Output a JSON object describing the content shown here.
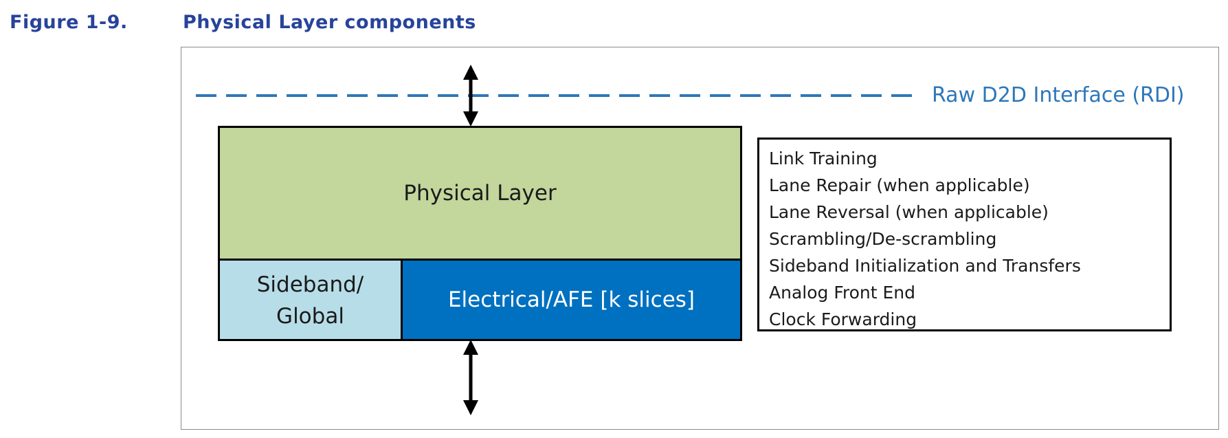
{
  "caption": {
    "number": "Figure 1-9.",
    "title": "Physical Layer components"
  },
  "interface": {
    "label": "Raw D2D Interface (RDI)"
  },
  "blocks": {
    "physical_layer": "Physical Layer",
    "sideband": "Sideband/\nGlobal",
    "electrical": "Electrical/AFE [k slices]"
  },
  "features": [
    "Link Training",
    "Lane Repair (when applicable)",
    "Lane Reversal (when applicable)",
    "Scrambling/De-scrambling",
    "Sideband Initialization and Transfers",
    "Analog Front End",
    "Clock Forwarding"
  ],
  "colors": {
    "caption": "#27439b",
    "interface_line": "#2e77b8",
    "physical_layer_fill": "#c3d69b",
    "sideband_fill": "#b7dde8",
    "electrical_fill": "#0070c0"
  },
  "icons": {
    "top_arrow": "double-headed-vertical-arrow",
    "bottom_arrow": "double-headed-vertical-arrow"
  }
}
